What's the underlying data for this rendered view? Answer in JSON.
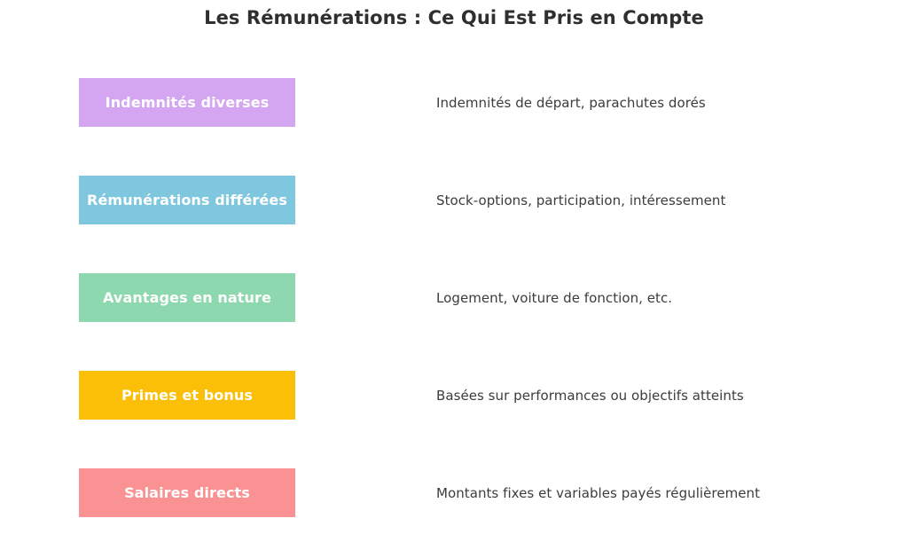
{
  "page": {
    "title": "Les Rémunérations : Ce Qui Est Pris en Compte",
    "background_color": "#FFFFFF",
    "title_color": "#2F2F2F",
    "description_color": "#3C3C3C",
    "label_color": "#FFFFFF"
  },
  "rows": [
    {
      "label": "Indemnités diverses",
      "description": "Indemnités de départ, parachutes dorés",
      "color": "#D4A5F0"
    },
    {
      "label": "Rémunérations différées",
      "description": "Stock-options, participation, intéressement",
      "color": "#7FC7DE"
    },
    {
      "label": "Avantages en nature",
      "description": "Logement, voiture de fonction, etc.",
      "color": "#8DD8AE"
    },
    {
      "label": "Primes et bonus",
      "description": "Basées sur performances ou objectifs atteints",
      "color": "#FBBF07"
    },
    {
      "label": "Salaires directs",
      "description": "Montants fixes et variables payés régulièrement",
      "color": "#FA9193"
    }
  ]
}
